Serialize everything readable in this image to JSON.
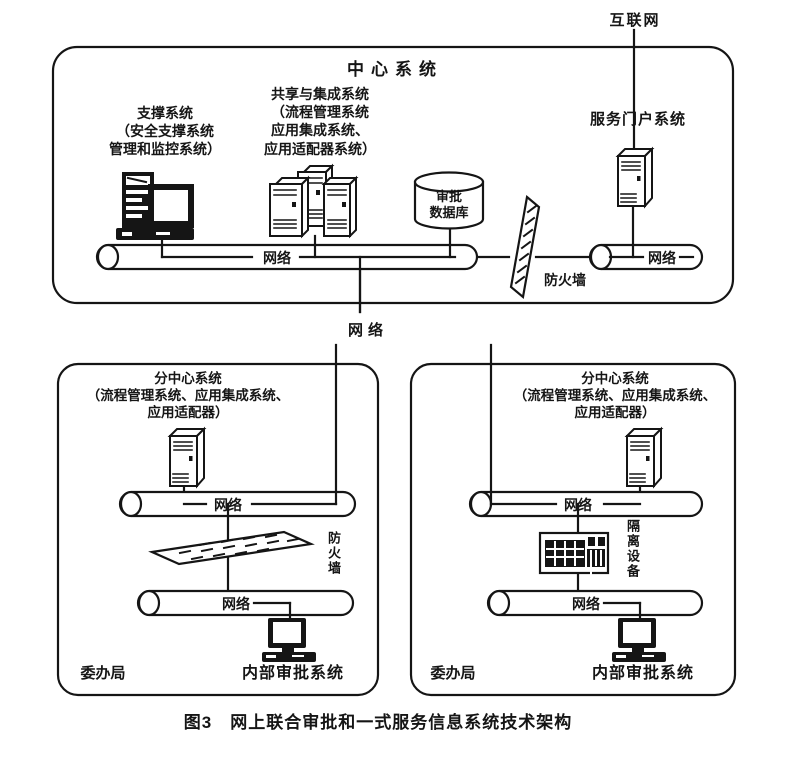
{
  "ink": "#151515",
  "background": "#ffffff",
  "caption": "图3　网上联合审批和一式服务信息系统技术架构",
  "internet_label": "互联网",
  "network_between_label": "网络",
  "center": {
    "title": "中心系统",
    "support": {
      "l1": "支撑系统",
      "l2": "（安全支撑系统",
      "l3": "管理和监控系统）"
    },
    "integration": {
      "l1": "共享与集成系统",
      "l2": "（流程管理系统",
      "l3": "应用集成系统、",
      "l4": "应用适配器系统）"
    },
    "portal_label": "服务门户系统",
    "database": {
      "l1": "审批",
      "l2": "数据库"
    },
    "firewall_label": "防火墙",
    "net_main_label": "网络",
    "net_dmz_label": "网络"
  },
  "branch_left": {
    "t1": "分中心系统",
    "t2": "（流程管理系统、应用集成系统、",
    "t3": "应用适配器）",
    "net_upper_label": "网络",
    "net_lower_label": "网络",
    "firewall_label": "防火墙",
    "internal_label": "内部审批系统",
    "agency_label": "委办局"
  },
  "branch_right": {
    "t1": "分中心系统",
    "t2": "（流程管理系统、应用集成系统、",
    "t3": "应用适配器）",
    "net_upper_label": "网络",
    "net_lower_label": "网络",
    "isolation_label": "隔离设备",
    "internal_label": "内部审批系统",
    "agency_label": "委办局"
  }
}
